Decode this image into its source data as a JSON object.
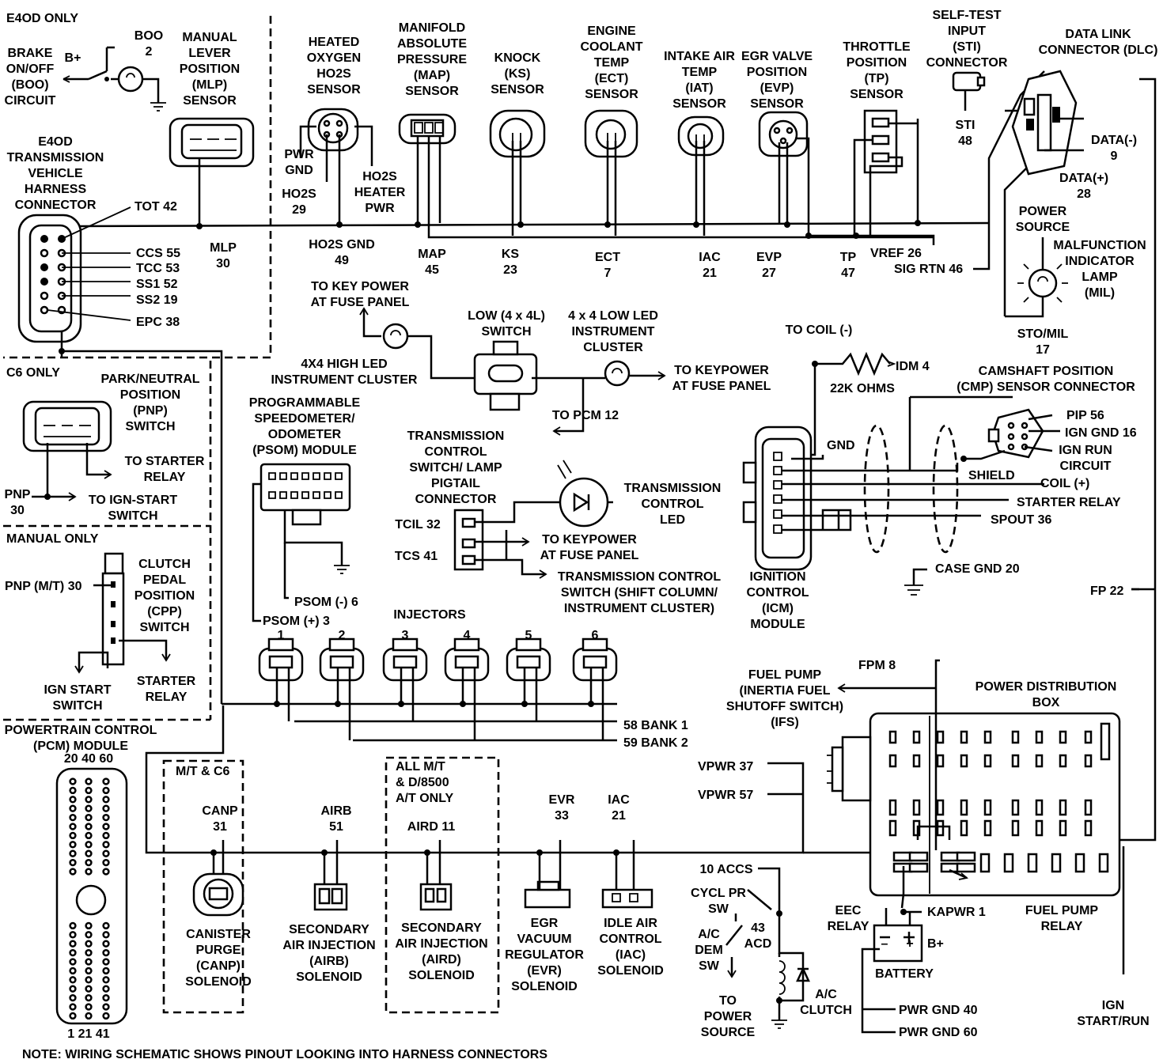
{
  "note": "NOTE: WIRING SCHEMATIC SHOWS PINOUT LOOKING INTO HARNESS CONNECTORS",
  "sections": {
    "e4od": "E4OD ONLY",
    "c6": "C6 ONLY",
    "manual": "MANUAL ONLY",
    "mtc6": "M/T & C6",
    "allmt": [
      "ALL M/T",
      "& D/8500",
      "A/T ONLY"
    ]
  },
  "boo": {
    "title": [
      "BRAKE",
      "ON/OFF",
      "(BOO)",
      "CIRCUIT"
    ],
    "bplus": "B+",
    "pin": [
      "BOO",
      "2"
    ]
  },
  "mlp": {
    "title": [
      "MANUAL",
      "LEVER",
      "POSITION",
      "(MLP)",
      "SENSOR"
    ],
    "pin": [
      "MLP",
      "30"
    ]
  },
  "harness": {
    "title": [
      "E4OD",
      "TRANSMISSION",
      "VEHICLE",
      "HARNESS",
      "CONNECTOR"
    ],
    "pins": [
      "TOT 42",
      "CCS  55",
      "TCC 53",
      "SS1  52",
      "SS2  19",
      "EPC 38"
    ]
  },
  "sensors": [
    {
      "title": [
        "HEATED",
        "OXYGEN",
        "HO2S",
        "SENSOR"
      ],
      "pin": [
        "HO2S GND",
        "49"
      ]
    },
    {
      "title": [
        "MANIFOLD",
        "ABSOLUTE",
        "PRESSURE",
        "(MAP)",
        "SENSOR"
      ],
      "pin": [
        "MAP",
        "45"
      ]
    },
    {
      "title": [
        "KNOCK",
        "(KS)",
        "SENSOR"
      ],
      "pin": [
        "KS",
        "23"
      ]
    },
    {
      "title": [
        "ENGINE",
        "COOLANT",
        "TEMP",
        "(ECT)",
        "SENSOR"
      ],
      "pin": [
        "ECT",
        "7"
      ]
    },
    {
      "title": [
        "INTAKE AIR",
        "TEMP",
        "(IAT)",
        "SENSOR"
      ],
      "pin": [
        "IAC",
        "21"
      ]
    },
    {
      "title": [
        "EGR VALVE",
        "POSITION",
        "(EVP)",
        "SENSOR"
      ],
      "pin": [
        "EVP",
        "27"
      ]
    },
    {
      "title": [
        "THROTTLE",
        "POSITION",
        "(TP)",
        "SENSOR"
      ],
      "pin": [
        "TP",
        "47"
      ]
    }
  ],
  "ho2s_extra": {
    "pwrgnd": [
      "PWR",
      "GND"
    ],
    "ho2s29": [
      "HO2S",
      "29"
    ],
    "heater": [
      "HO2S",
      "HEATER",
      "PWR"
    ]
  },
  "vref": "VREF 26",
  "sigrtn": "SIG RTN 46",
  "sti": {
    "title": [
      "SELF-TEST",
      "INPUT",
      "(STI)",
      "CONNECTOR"
    ],
    "pin": [
      "STI",
      "48"
    ]
  },
  "dlc": {
    "title": [
      "DATA LINK",
      "CONNECTOR (DLC)"
    ],
    "dminus": [
      "DATA(-)",
      "9"
    ],
    "dplus": [
      "DATA(+)",
      "28"
    ]
  },
  "mil": {
    "power": [
      "POWER",
      "SOURCE"
    ],
    "title": [
      "MALFUNCTION",
      "INDICATOR",
      "LAMP",
      "(MIL)"
    ],
    "pin": [
      "STO/MIL",
      "17"
    ]
  },
  "fourx4": {
    "key_power": [
      "TO KEY POWER",
      "AT FUSE PANEL"
    ],
    "high_led": [
      "4X4 HIGH LED",
      "INSTRUMENT CLUSTER"
    ],
    "switch": [
      "LOW (4 x 4L)",
      "SWITCH"
    ],
    "low_led": [
      "4 x 4 LOW LED",
      "INSTRUMENT",
      "CLUSTER"
    ],
    "keypower2": [
      "TO KEYPOWER",
      "AT FUSE PANEL"
    ],
    "pcm12": "TO PCM 12"
  },
  "psom": {
    "title": [
      "PROGRAMMABLE",
      "SPEEDOMETER/",
      "ODOMETER",
      "(PSOM) MODULE"
    ],
    "minus": "PSOM (-) 6",
    "plus": "PSOM (+) 3"
  },
  "tcs": {
    "title": [
      "TRANSMISSION",
      "CONTROL",
      "SWITCH/ LAMP",
      "PIGTAIL",
      "CONNECTOR"
    ],
    "led": [
      "TRANSMISSION",
      "CONTROL",
      "LED"
    ],
    "tcil": "TCIL 32",
    "tcs41": "TCS 41",
    "keypower": [
      "TO KEYPOWER",
      "AT FUSE PANEL"
    ],
    "tcswitch": [
      "TRANSMISSION CONTROL",
      "SWITCH (SHIFT COLUMN/",
      "INSTRUMENT CLUSTER)"
    ]
  },
  "pnp": {
    "title": [
      "PARK/NEUTRAL",
      "POSITION",
      "(PNP)",
      "SWITCH"
    ],
    "starter": [
      "TO STARTER",
      "RELAY"
    ],
    "pin": [
      "PNP",
      "30"
    ],
    "ign": [
      "TO IGN-START",
      "SWITCH"
    ]
  },
  "cpp": {
    "title": [
      "CLUTCH",
      "PEDAL",
      "POSITION",
      "(CPP)",
      "SWITCH"
    ],
    "pin": "PNP (M/T) 30",
    "ign": [
      "IGN START",
      "SWITCH"
    ],
    "starter": [
      "STARTER",
      "RELAY"
    ]
  },
  "pcm": {
    "title": [
      "POWERTRAIN CONTROL",
      "(PCM) MODULE"
    ],
    "top": "20  40  60",
    "bottom": "1   21   41"
  },
  "injectors": {
    "title": "INJECTORS",
    "numbers": [
      "1",
      "2",
      "3",
      "4",
      "5",
      "6"
    ],
    "bank1": "58 BANK 1",
    "bank2": "59 BANK 2"
  },
  "icm": {
    "coil": "TO COIL (-)",
    "idm": "IDM 4",
    "ohms": "22K OHMS",
    "title": [
      "IGNITION",
      "CONTROL",
      "(ICM)",
      "MODULE"
    ],
    "gnd": "GND",
    "shield": "SHIELD",
    "coilplus": "COIL (+)",
    "starter": "STARTER RELAY",
    "spout": "SPOUT 36",
    "casegnd": "CASE GND 20"
  },
  "cmp": {
    "title": [
      "CAMSHAFT POSITION",
      "(CMP) SENSOR CONNECTOR"
    ],
    "pip": "PIP 56",
    "igngnd": "IGN GND 16",
    "ignrun": [
      "IGN RUN",
      "CIRCUIT"
    ]
  },
  "fp22": "FP 22",
  "fuel_pump": {
    "title": [
      "FUEL PUMP",
      "(INERTIA FUEL",
      "SHUTOFF SWITCH)",
      "(IFS)"
    ],
    "fpm": "FPM 8"
  },
  "pdb": {
    "title": [
      "POWER DISTRIBUTION",
      "BOX"
    ]
  },
  "vpwr": [
    "VPWR 37",
    "VPWR 57"
  ],
  "solenoids": [
    {
      "pin": [
        "CANP",
        "31"
      ],
      "title": [
        "CANISTER",
        "PURGE",
        "(CANP)",
        "SOLENOID"
      ]
    },
    {
      "pin": [
        "AIRB",
        "51"
      ],
      "title": [
        "SECONDARY",
        "AIR INJECTION",
        "(AIRB)",
        "SOLENOID"
      ]
    },
    {
      "pin": [
        "AIRD 11"
      ],
      "title": [
        "SECONDARY",
        "AIR INJECTION",
        "(AIRD)",
        "SOLENOID"
      ]
    },
    {
      "pin": [
        "EVR",
        "33"
      ],
      "title": [
        "EGR",
        "VACUUM",
        "REGULATOR",
        "(EVR)",
        "SOLENOID"
      ]
    },
    {
      "pin": [
        "IAC",
        "21"
      ],
      "title": [
        "IDLE AIR",
        "CONTROL",
        "(IAC)",
        "SOLENOID"
      ]
    }
  ],
  "ac": {
    "accs": "10 ACCS",
    "cycl": [
      "CYCL PR",
      "SW"
    ],
    "dem": [
      "A/C",
      "DEM",
      "SW"
    ],
    "acd": [
      "43",
      "ACD"
    ],
    "topower": [
      "TO",
      "POWER",
      "SOURCE"
    ],
    "clutch": [
      "A/C",
      "CLUTCH"
    ]
  },
  "relays": {
    "eec": [
      "EEC",
      "RELAY"
    ],
    "kapwr": "KAPWR 1",
    "fuel": [
      "FUEL PUMP",
      "RELAY"
    ],
    "battery": "BATTERY",
    "bplus": "B+",
    "minus": "–",
    "plus": "+",
    "gnd40": "PWR GND 40",
    "gnd60": "PWR GND 60",
    "ign": [
      "IGN",
      "START/RUN"
    ]
  }
}
